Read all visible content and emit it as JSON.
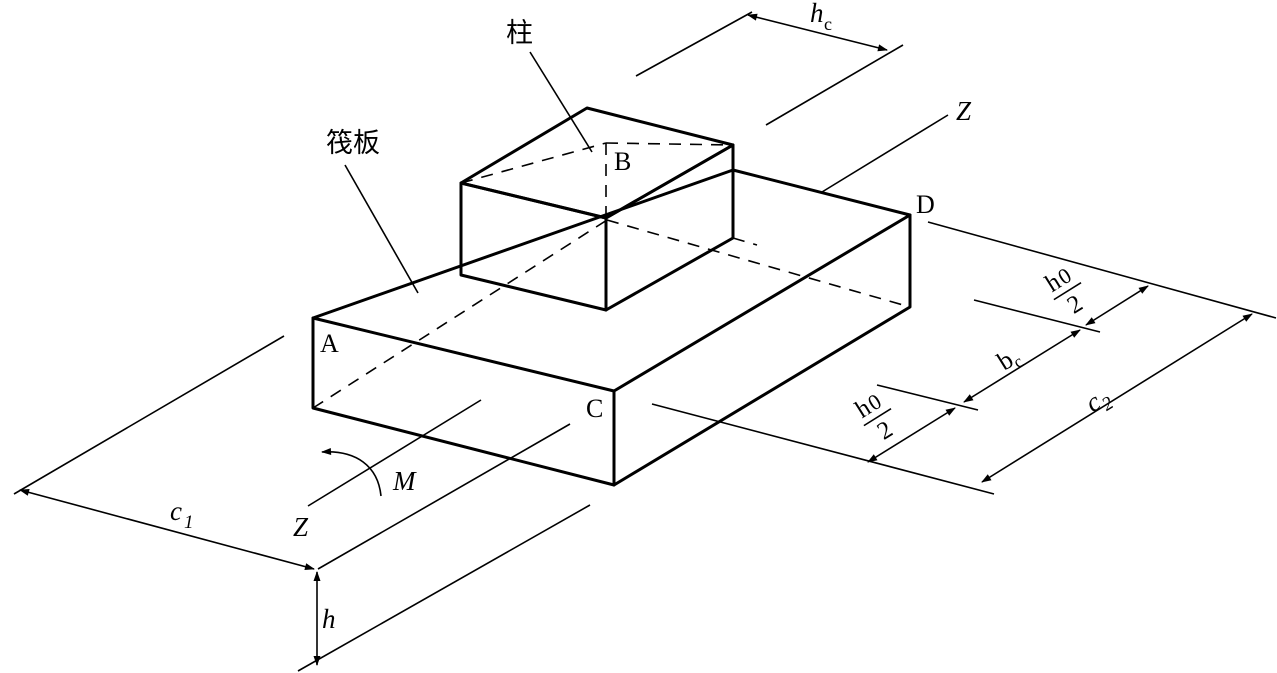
{
  "labels": {
    "column": "柱",
    "raft": "筏板",
    "point_a": "A",
    "point_b": "B",
    "point_c": "C",
    "point_d": "D",
    "axis_z": "Z",
    "moment": "M",
    "hc": "h",
    "hc_sub": "c",
    "bc": "b",
    "bc_sub": "c",
    "c1": "c",
    "c1_sub": "1",
    "c2": "c",
    "c2_sub": "2",
    "h": "h",
    "h0_num": "h",
    "h0_num_sub": "0",
    "h0_den": "2"
  }
}
